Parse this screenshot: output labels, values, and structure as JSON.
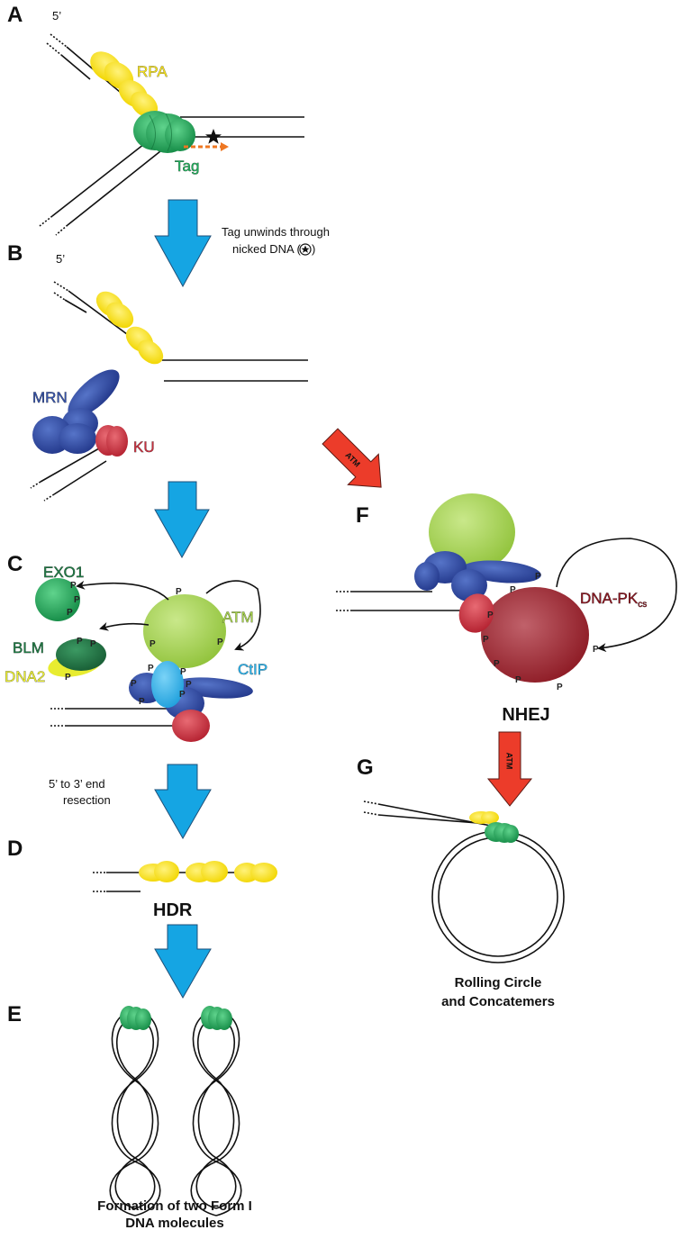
{
  "panels": {
    "a": "A",
    "b": "B",
    "c": "C",
    "d": "D",
    "e": "E",
    "f": "F",
    "g": "G"
  },
  "labels": {
    "five_prime_a": "5’",
    "five_prime_b": "5’",
    "rpa": "RPA",
    "tag": "Tag",
    "tag_note_line1": "Tag unwinds through",
    "tag_note_line2": "nicked DNA (",
    "tag_note_line2_end": ")",
    "mrn": "MRN",
    "ku": "KU",
    "atm_arrow_1": "ATM",
    "atm_arrow_2": "ATM",
    "exo1": "EXO1",
    "blm": "BLM",
    "dna2": "DNA2",
    "atm": "ATM",
    "ctip": "CtIP",
    "dnapk": "DNA-PK",
    "dnapk_sub": "cs",
    "resection_line1": "5’ to 3’ end",
    "resection_line2": "resection",
    "hdr": "HDR",
    "nhej": "NHEJ",
    "form1_line1": "Formation of two Form I",
    "form1_line2": "DNA molecules",
    "rolling_line1": "Rolling Circle",
    "rolling_line2": "and Concatemers",
    "phospho": "P"
  },
  "colors": {
    "rpa_yellow": "#f6e21c",
    "tag_green": "#1fae5b",
    "mrn_blue": "#3552a8",
    "ku_red": "#c9303f",
    "atm_lime": "#a5d14a",
    "dnapk_darkred": "#9b1a23",
    "flow_arrow_blue": "#15a5e3",
    "atm_arrow_red": "#ec3c2a",
    "tag_arrow_orange": "#ee7722",
    "ctip_cyan": "#2ab4ee",
    "blm_darkgreen": "#1e7a44"
  },
  "icons": [
    "star-icon",
    "flow-arrow-icon",
    "atm-arrow-icon"
  ]
}
